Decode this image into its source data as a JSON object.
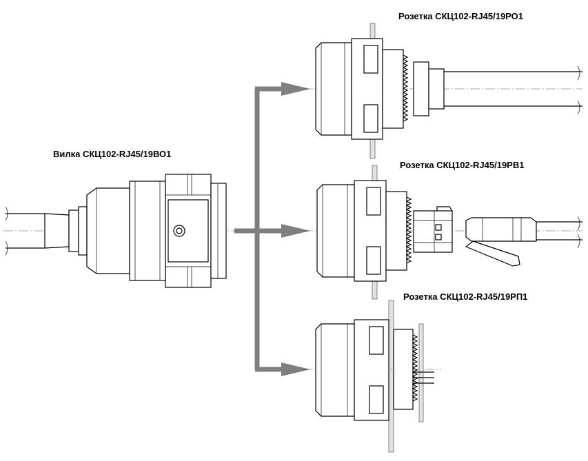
{
  "labels": {
    "plug": "Вилка СКЦ102-RJ45/19ВО1",
    "socket_cable": "Розетка СКЦ102-RJ45/19РО1",
    "socket_rj45": "Розетка СКЦ102-RJ45/19РВ1",
    "socket_pcb": "Розетка СКЦ102-RJ45/19РП1"
  },
  "colors": {
    "arrow": "#7f7f7f",
    "line": "#000000",
    "panel": "#e2e2e2"
  }
}
